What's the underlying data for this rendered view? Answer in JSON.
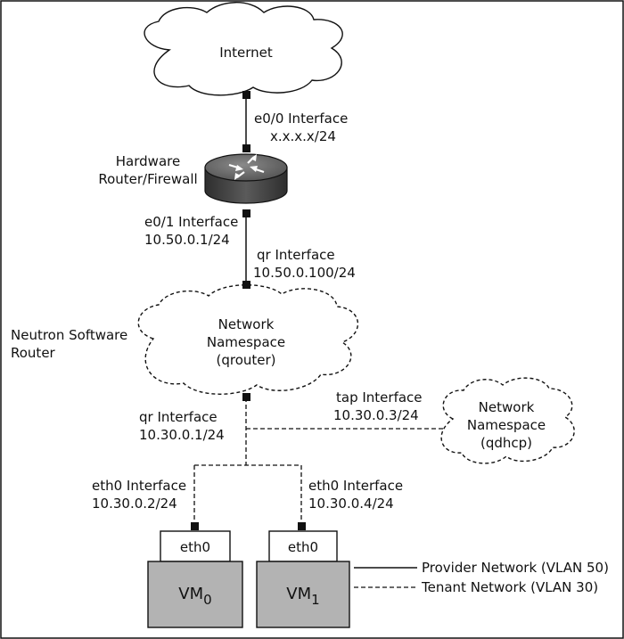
{
  "internet": {
    "label": "Internet"
  },
  "hardware_router": {
    "label_line1": "Hardware",
    "label_line2": "Router/Firewall",
    "e00_label": "e0/0 Interface",
    "e00_addr": "x.x.x.x/24",
    "e01_label": "e0/1 Interface",
    "e01_addr": "10.50.0.1/24"
  },
  "neutron_router": {
    "label_line1": "Neutron Software",
    "label_line2": "Router",
    "qr_ext_label": "qr Interface",
    "qr_ext_addr": "10.50.0.100/24",
    "qr_int_label": "qr Interface",
    "qr_int_addr": "10.30.0.1/24",
    "ns_line1": "Network",
    "ns_line2": "Namespace",
    "ns_line3": "(qrouter)"
  },
  "dhcp_namespace": {
    "tap_label": "tap Interface",
    "tap_addr": "10.30.0.3/24",
    "ns_line1": "Network",
    "ns_line2": "Namespace",
    "ns_line3": "(qdhcp)"
  },
  "vm0": {
    "iface_label": "eth0 Interface",
    "iface_addr": "10.30.0.2/24",
    "nic": "eth0",
    "name": "VM",
    "sub": "0"
  },
  "vm1": {
    "iface_label": "eth0 Interface",
    "iface_addr": "10.30.0.4/24",
    "nic": "eth0",
    "name": "VM",
    "sub": "1"
  },
  "legend": {
    "provider": "Provider Network (VLAN 50)",
    "tenant": "Tenant Network (VLAN 30)"
  },
  "colors": {
    "line": "#111111",
    "vm_fill": "#b3b3b3",
    "router_body": "#4a4a4a",
    "router_top": "#6e6e6e"
  }
}
